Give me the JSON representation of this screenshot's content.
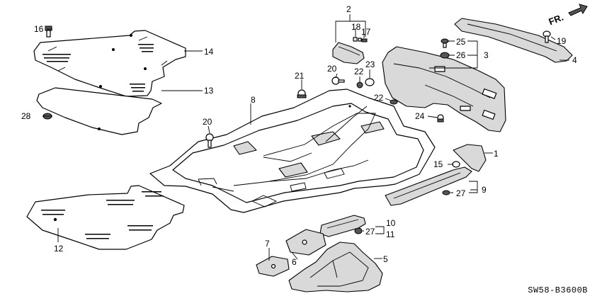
{
  "diagram_code": "SW58-B3600B",
  "direction_label": "FR.",
  "callouts": [
    {
      "id": "c1",
      "label": "1"
    },
    {
      "id": "c2",
      "label": "2"
    },
    {
      "id": "c3",
      "label": "3"
    },
    {
      "id": "c4",
      "label": "4"
    },
    {
      "id": "c5",
      "label": "5"
    },
    {
      "id": "c6",
      "label": "6"
    },
    {
      "id": "c7",
      "label": "7"
    },
    {
      "id": "c8",
      "label": "8"
    },
    {
      "id": "c9",
      "label": "9"
    },
    {
      "id": "c10",
      "label": "10"
    },
    {
      "id": "c11",
      "label": "11"
    },
    {
      "id": "c12",
      "label": "12"
    },
    {
      "id": "c13",
      "label": "13"
    },
    {
      "id": "c14",
      "label": "14"
    },
    {
      "id": "c15",
      "label": "15"
    },
    {
      "id": "c16",
      "label": "16"
    },
    {
      "id": "c17",
      "label": "17"
    },
    {
      "id": "c18",
      "label": "18"
    },
    {
      "id": "c19",
      "label": "19"
    },
    {
      "id": "c20a",
      "label": "20"
    },
    {
      "id": "c20b",
      "label": "20"
    },
    {
      "id": "c21",
      "label": "21"
    },
    {
      "id": "c22a",
      "label": "22"
    },
    {
      "id": "c22b",
      "label": "22"
    },
    {
      "id": "c23",
      "label": "23"
    },
    {
      "id": "c24",
      "label": "24"
    },
    {
      "id": "c25",
      "label": "25"
    },
    {
      "id": "c26",
      "label": "26"
    },
    {
      "id": "c27a",
      "label": "27"
    },
    {
      "id": "c27b",
      "label": "27"
    },
    {
      "id": "c28",
      "label": "28"
    }
  ]
}
